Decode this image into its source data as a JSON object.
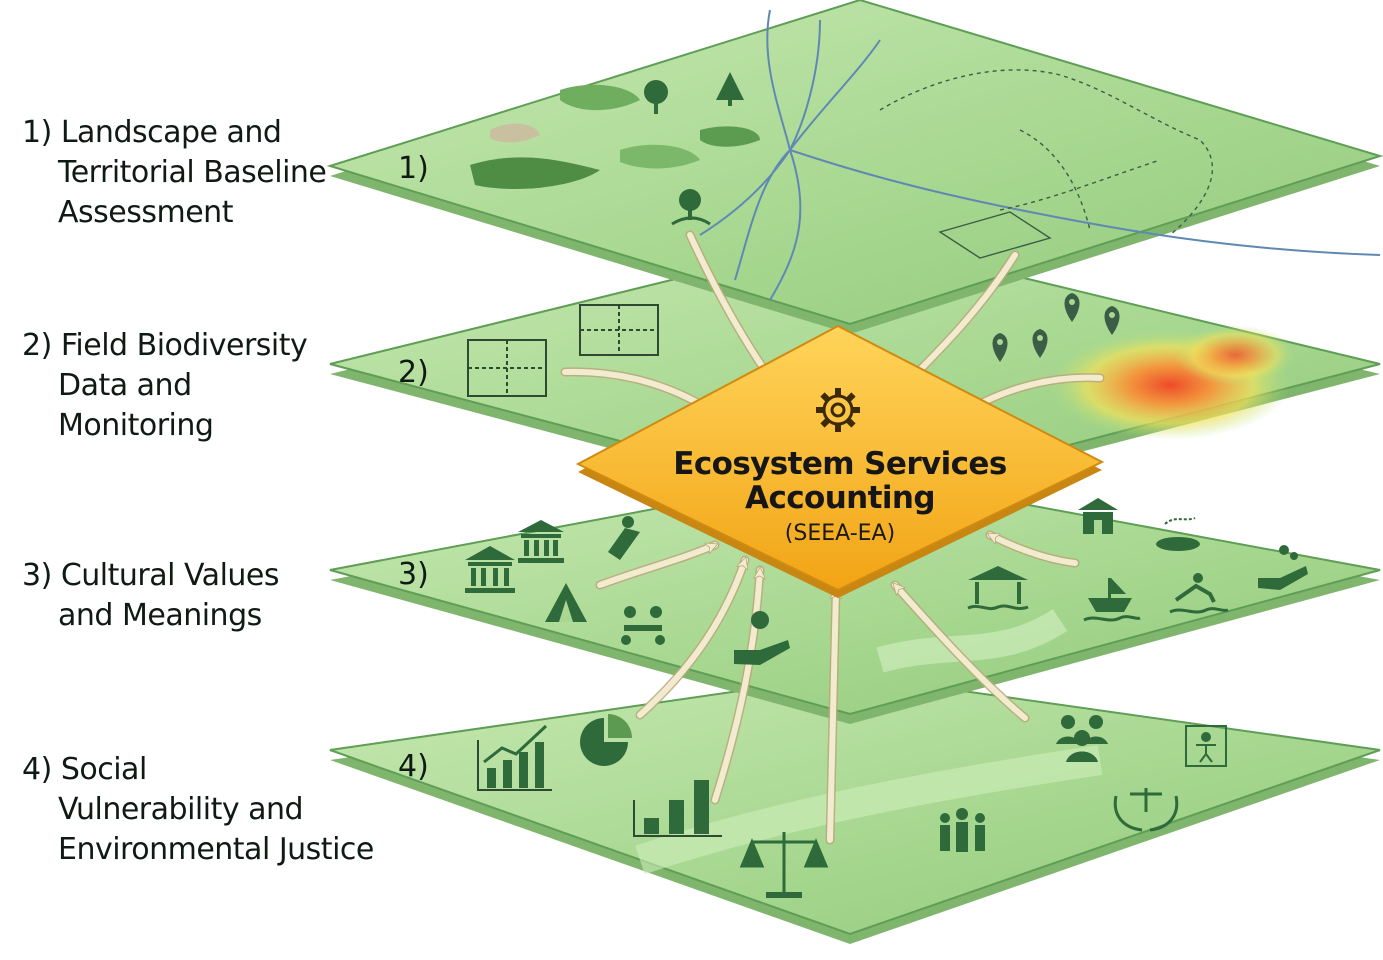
{
  "layers": [
    {
      "badge": "1)",
      "label_lines": [
        "1) Landscape and",
        "Territorial Baseline",
        "Assessment"
      ]
    },
    {
      "badge": "2)",
      "label_lines": [
        "2) Field Biodiversity",
        "Data and",
        "Monitoring"
      ]
    },
    {
      "badge": "3)",
      "label_lines": [
        "3) Cultural Values",
        "and Meanings"
      ]
    },
    {
      "badge": "4)",
      "label_lines": [
        "4) Social",
        "Vulnerability and",
        "Environmental Justice"
      ]
    }
  ],
  "center": {
    "title_line1": "Ecosystem Services",
    "title_line2": "Accounting",
    "subtitle": "(SEEA-EA)",
    "icon": "gear-icon"
  },
  "colors": {
    "layer_fill": "#a8d891",
    "layer_edge": "#5e9e55",
    "center_fill": "#f6b51f",
    "center_edge": "#d08a10",
    "icon": "#2e6a3a",
    "river": "#5f89b3",
    "arrow": "#f2ead0"
  },
  "icons": {
    "layer1": [
      "tree-icon",
      "tree-icon",
      "tree-icon"
    ],
    "layer2": [
      "plot-grid-icon",
      "plot-grid-icon",
      "location-pin-icon",
      "heatmap-icon"
    ],
    "layer3": [
      "museum-icon",
      "temple-icon",
      "tent-icon",
      "fishing-icon",
      "meeting-icon",
      "hand-coin-icon",
      "pavilion-icon",
      "farm-icon",
      "boat-icon",
      "swimmer-icon",
      "hand-giving-icon",
      "fish-pond-icon"
    ],
    "layer4": [
      "growth-chart-icon",
      "pie-chart-icon",
      "bar-chart-icon",
      "scales-icon",
      "family-icon",
      "group-icon",
      "justice-hands-icon",
      "accessibility-icon"
    ]
  }
}
